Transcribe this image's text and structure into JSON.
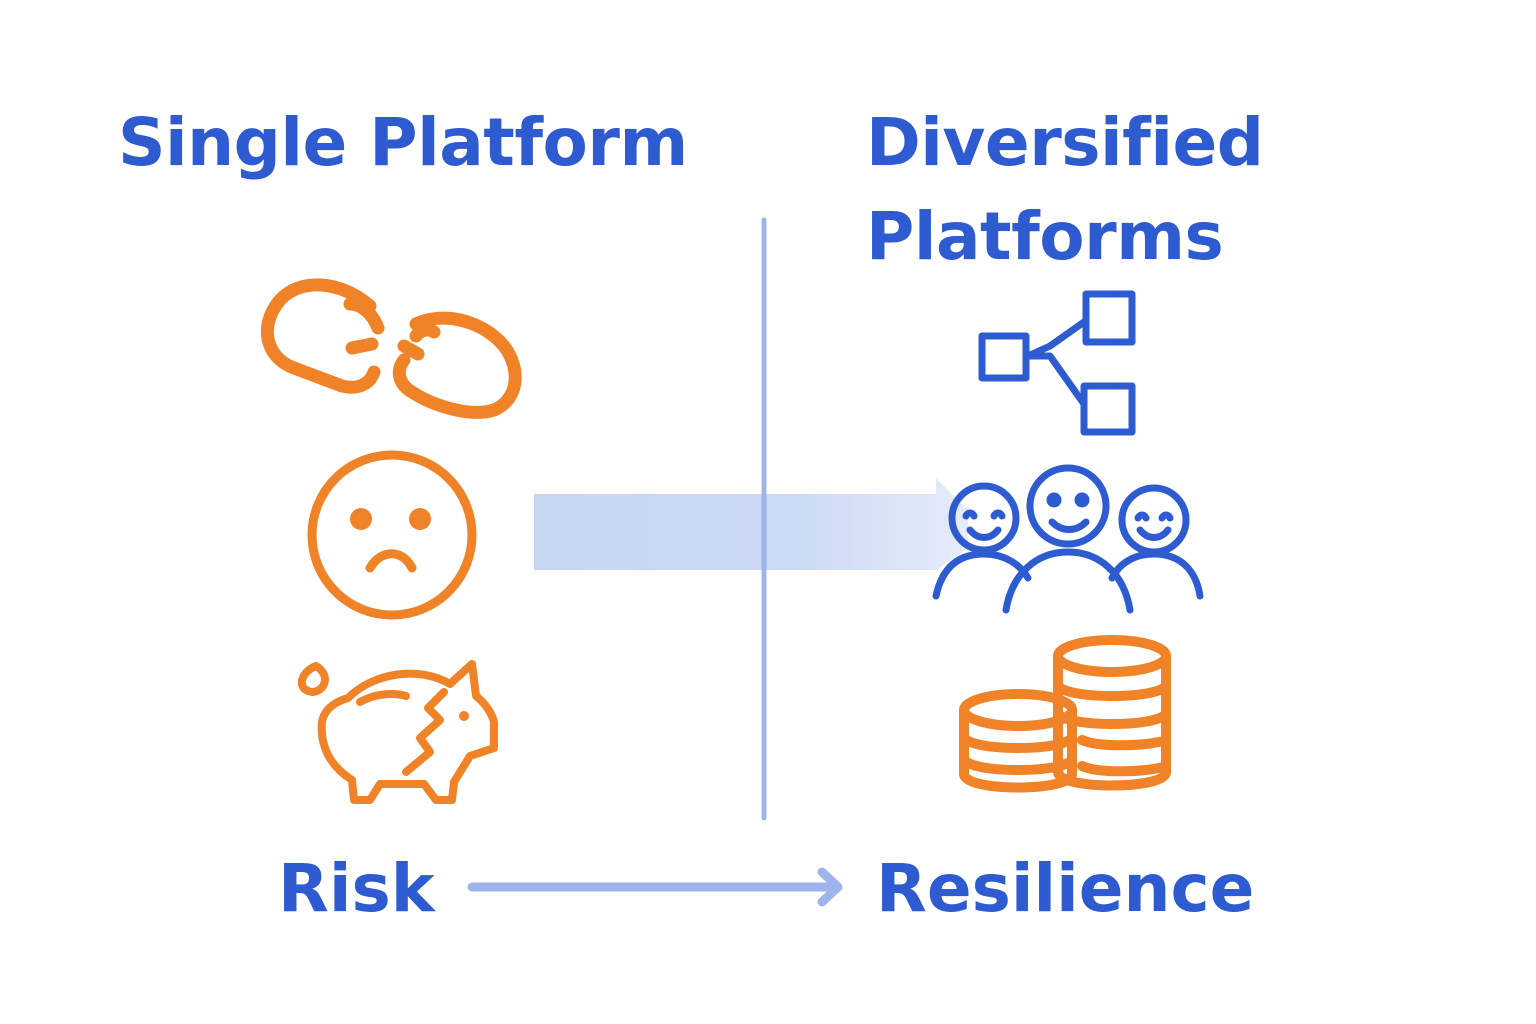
{
  "left_panel": {
    "title": "Single Platform",
    "icons": [
      "broken-chain-icon",
      "sad-face-icon",
      "broken-piggy-bank-icon"
    ]
  },
  "right_panel": {
    "title": "Diversified Platforms",
    "icons": [
      "network-nodes-icon",
      "happy-people-icon",
      "coin-stacks-icon"
    ]
  },
  "footer": {
    "start_label": "Risk",
    "end_label": "Resilience"
  },
  "colors": {
    "primary_blue": "#2f5bd0",
    "accent_orange": "#f08228",
    "light_blue": "#9db4ec",
    "band_blue": "#c5d4f3"
  }
}
